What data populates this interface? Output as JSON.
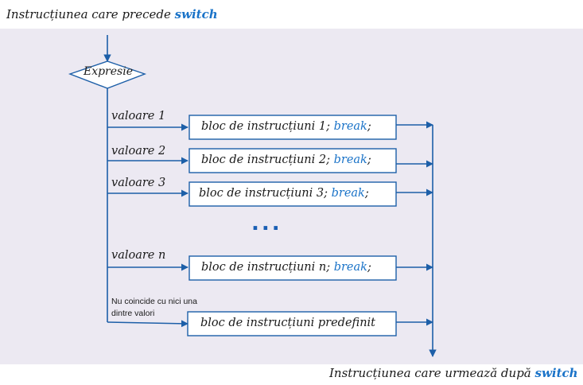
{
  "header": {
    "text": "Instrucțiunea care precede",
    "keyword": "switch"
  },
  "decision": {
    "label": "Expresie"
  },
  "cases": [
    {
      "label": "valoare 1",
      "block_text": "bloc de instrucțiuni 1;",
      "block_kw": "break",
      "block_end": ";"
    },
    {
      "label": "valoare 2",
      "block_text": "bloc de instrucțiuni 2;",
      "block_kw": "break",
      "block_end": ";"
    },
    {
      "label": "valoare 3",
      "block_text": "bloc de instrucțiuni 3;",
      "block_kw": "break",
      "block_end": ";"
    },
    {
      "label": "valoare n",
      "block_text": "bloc de instrucțiuni n;",
      "block_kw": "break",
      "block_end": ";"
    }
  ],
  "ellipsis": "...",
  "default_case": {
    "label_line1": "Nu  coincide cu nici una",
    "label_line2": "dintre valori",
    "block_text": "bloc de instrucțiuni predefinit"
  },
  "footer": {
    "text": "Instrucțiunea care urmează după",
    "keyword": "switch"
  },
  "colors": {
    "line": "#1d5fa8",
    "box_border": "#1d5fa8",
    "keyword": "#1a73c8",
    "background": "#ece9f2"
  }
}
